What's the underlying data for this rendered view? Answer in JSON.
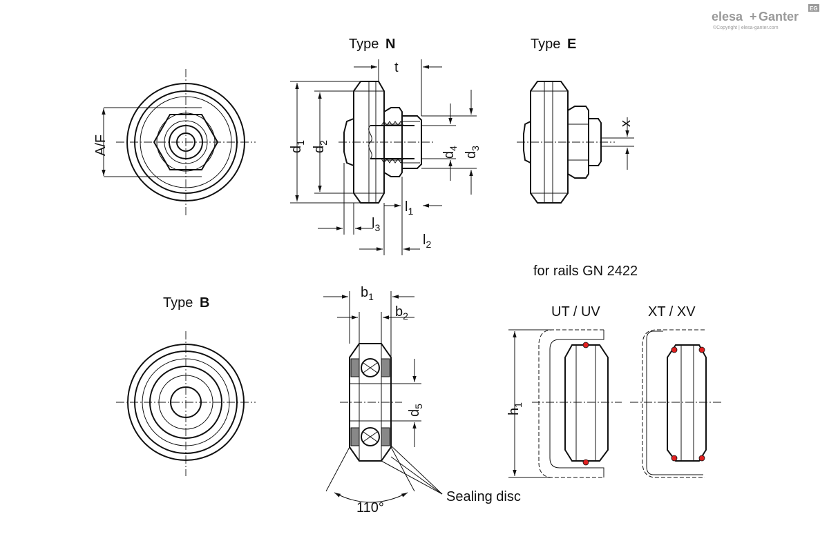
{
  "logo": {
    "brand_left": "elesa",
    "plus": "+",
    "brand_right": "Ganter",
    "badge": "EG",
    "copyright": "©Copyright | elesa-ganter.com"
  },
  "views": {
    "type_n": {
      "prefix": "Type ",
      "letter": "N"
    },
    "type_e": {
      "prefix": "Type ",
      "letter": "E"
    },
    "type_b": {
      "prefix": "Type ",
      "letter": "B"
    }
  },
  "rails_note": "for rails GN 2422",
  "profiles": {
    "ut_uv": "UT / UV",
    "xt_xv": "XT / XV"
  },
  "dimensions": {
    "af": "A/F",
    "t": "t",
    "d": "d",
    "l": "l",
    "x": "x",
    "b": "b",
    "h": "h",
    "sub1": "1",
    "sub2": "2",
    "sub3": "3",
    "sub4": "4",
    "sub5": "5"
  },
  "angle": "110°",
  "sealing_disc": "Sealing disc",
  "colors": {
    "line": "#111111",
    "seal_dot": "#e02020",
    "logo": "#9a9a9a"
  }
}
